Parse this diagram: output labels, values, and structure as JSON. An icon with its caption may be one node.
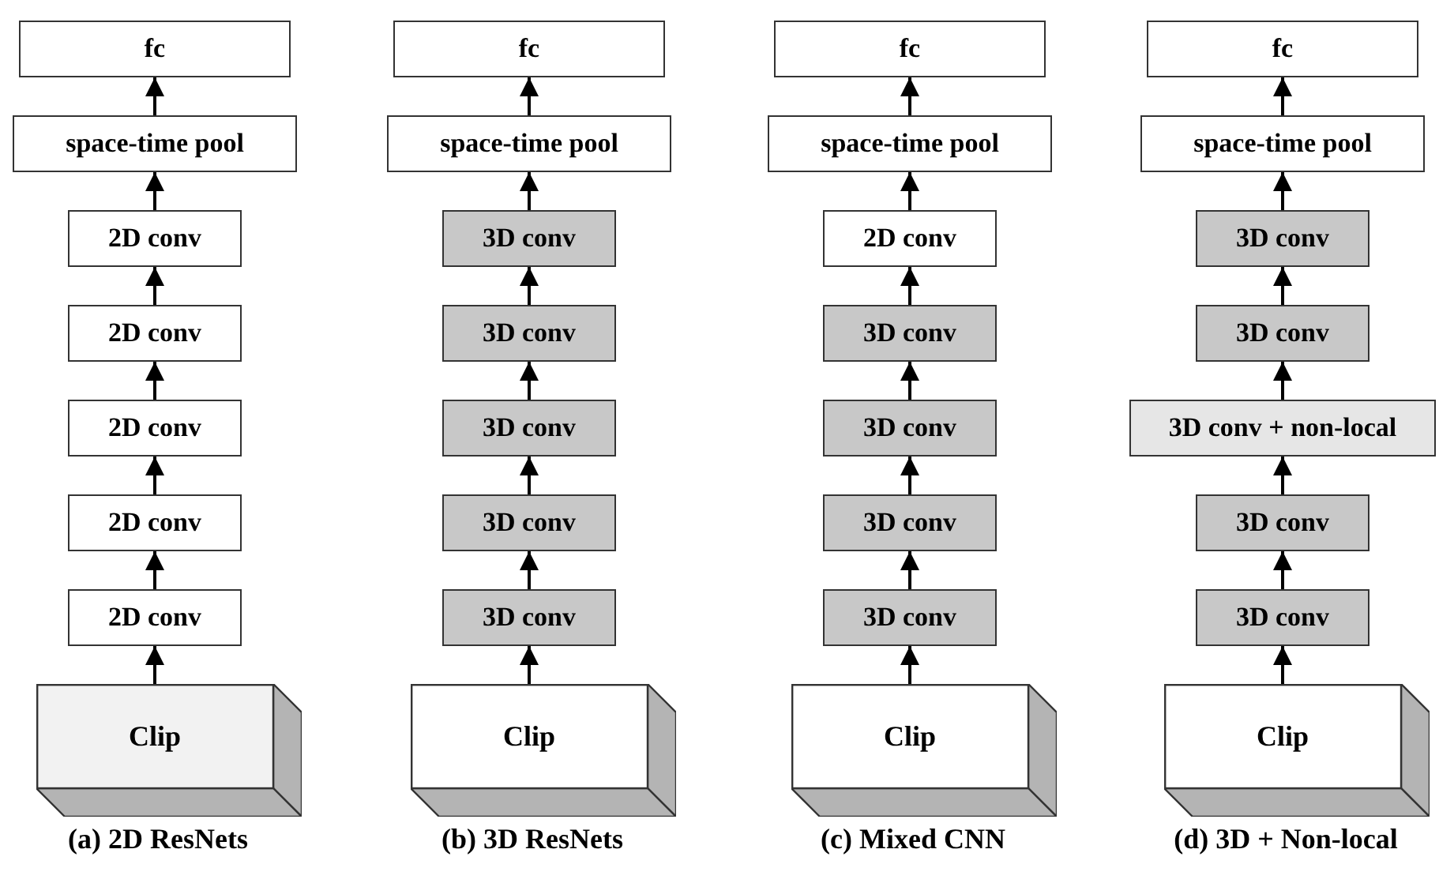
{
  "diagram": {
    "nodes": [
      {
        "text": [
          "fc"
        ]
      },
      {
        "text": [
          "space-time pool"
        ]
      },
      {
        "text": [
          "2D conv"
        ]
      },
      {
        "text": [
          "2D conv"
        ]
      },
      {
        "text": [
          "2D conv"
        ]
      },
      {
        "text": [
          "2D conv"
        ]
      },
      {
        "text": [
          "2D conv"
        ]
      },
      {
        "text": [
          "Clip"
        ]
      },
      {
        "text": [
          "fc"
        ]
      },
      {
        "text": [
          "space-time pool"
        ]
      },
      {
        "text": [
          "3D conv"
        ]
      },
      {
        "text": [
          "3D conv"
        ]
      },
      {
        "text": [
          "3D conv"
        ]
      },
      {
        "text": [
          "3D conv"
        ]
      },
      {
        "text": [
          "3D conv"
        ]
      },
      {
        "text": [
          "Clip"
        ]
      },
      {
        "text": [
          "fc"
        ]
      },
      {
        "text": [
          "space-time pool"
        ]
      },
      {
        "text": [
          "2D conv"
        ]
      },
      {
        "text": [
          "3D conv"
        ]
      },
      {
        "text": [
          "3D conv"
        ]
      },
      {
        "text": [
          "3D conv"
        ]
      },
      {
        "text": [
          "3D conv"
        ]
      },
      {
        "text": [
          "Clip"
        ]
      },
      {
        "text": [
          "fc"
        ]
      },
      {
        "text": [
          "space-time pool"
        ]
      },
      {
        "text": [
          "3D conv"
        ]
      },
      {
        "text": [
          "3D conv"
        ]
      },
      {
        "text": [
          "3D conv + non-local"
        ]
      },
      {
        "text": [
          "3D conv"
        ]
      },
      {
        "text": [
          "3D conv"
        ]
      },
      {
        "text": [
          "Clip"
        ]
      }
    ],
    "edges": [
      {
        "from": 7,
        "to": 6,
        "arrow": "to"
      },
      {
        "from": 6,
        "to": 5,
        "arrow": "to"
      },
      {
        "from": 5,
        "to": 4,
        "arrow": "to"
      },
      {
        "from": 4,
        "to": 3,
        "arrow": "to"
      },
      {
        "from": 3,
        "to": 2,
        "arrow": "to"
      },
      {
        "from": 2,
        "to": 1,
        "arrow": "to"
      },
      {
        "from": 1,
        "to": 0,
        "arrow": "to"
      },
      {
        "from": 15,
        "to": 14,
        "arrow": "to"
      },
      {
        "from": 14,
        "to": 13,
        "arrow": "to"
      },
      {
        "from": 13,
        "to": 12,
        "arrow": "to"
      },
      {
        "from": 12,
        "to": 11,
        "arrow": "to"
      },
      {
        "from": 11,
        "to": 10,
        "arrow": "to"
      },
      {
        "from": 10,
        "to": 9,
        "arrow": "to"
      },
      {
        "from": 9,
        "to": 8,
        "arrow": "to"
      },
      {
        "from": 23,
        "to": 22,
        "arrow": "to"
      },
      {
        "from": 22,
        "to": 21,
        "arrow": "to"
      },
      {
        "from": 21,
        "to": 20,
        "arrow": "to"
      },
      {
        "from": 20,
        "to": 19,
        "arrow": "to"
      },
      {
        "from": 19,
        "to": 18,
        "arrow": "to"
      },
      {
        "from": 18,
        "to": 17,
        "arrow": "to"
      },
      {
        "from": 17,
        "to": 16,
        "arrow": "to"
      },
      {
        "from": 31,
        "to": 30,
        "arrow": "to"
      },
      {
        "from": 30,
        "to": 29,
        "arrow": "to"
      },
      {
        "from": 29,
        "to": 28,
        "arrow": "to"
      },
      {
        "from": 28,
        "to": 27,
        "arrow": "to"
      },
      {
        "from": 27,
        "to": 26,
        "arrow": "to"
      },
      {
        "from": 26,
        "to": 25,
        "arrow": "to"
      },
      {
        "from": 25,
        "to": 24,
        "arrow": "to"
      }
    ],
    "labels": [
      "(a) 2D ResNets",
      "(b) 3D ResNets",
      "(c) Mixed CNN",
      "(d) 3D + Non-local"
    ]
  }
}
